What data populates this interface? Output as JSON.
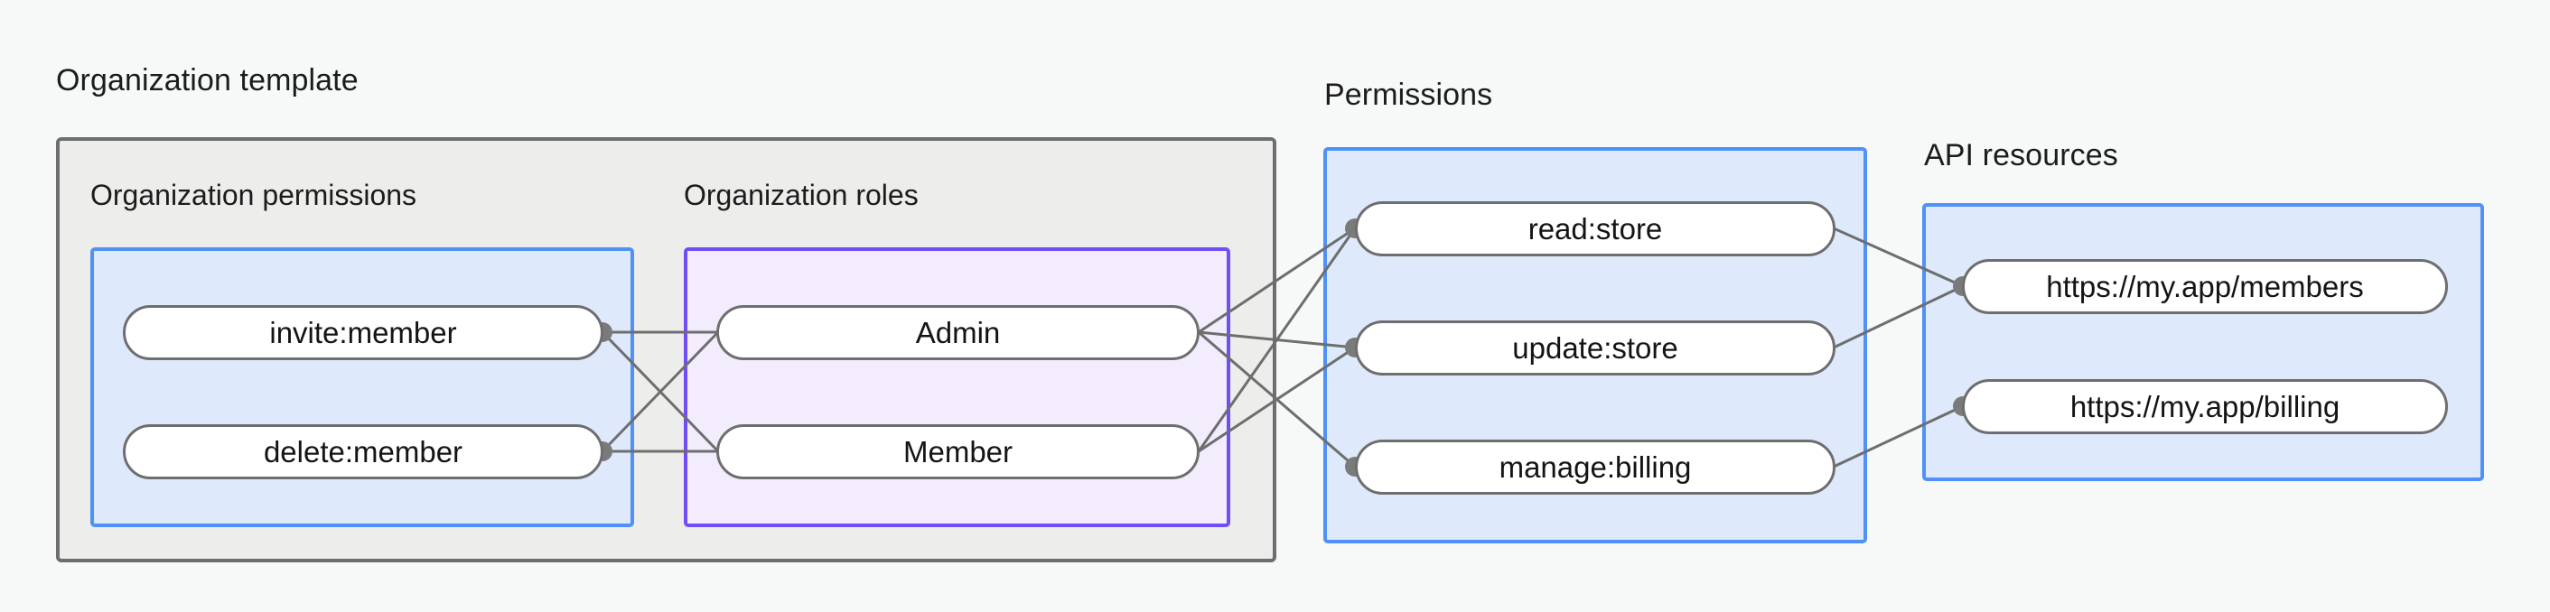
{
  "diagram": {
    "title_org_template": "Organization template",
    "title_permissions": "Permissions",
    "title_api_resources": "API resources",
    "subtitle_org_permissions": "Organization permissions",
    "subtitle_org_roles": "Organization roles",
    "colors": {
      "background": "#f7f8f8",
      "outer_box_fill": "#ededec",
      "outer_box_border": "#6e6e6e",
      "blue_box_fill": "#deeafc",
      "blue_box_border": "#4f91f5",
      "purple_box_fill": "#f3ecfd",
      "purple_box_border": "#6f4ef5",
      "node_fill": "#ffffff",
      "node_border": "#6e6e6e",
      "edge": "#6e6e6e",
      "text": "#1c1c1c"
    }
  },
  "chart_data": {
    "type": "diagram",
    "title": "Organization template permission flow",
    "groups": [
      {
        "id": "org-template",
        "label": "Organization template",
        "subgroups": [
          {
            "id": "org-permissions",
            "label": "Organization permissions",
            "nodes": [
              "invite:member",
              "delete:member"
            ]
          },
          {
            "id": "org-roles",
            "label": "Organization roles",
            "nodes": [
              "Admin",
              "Member"
            ]
          }
        ]
      },
      {
        "id": "permissions",
        "label": "Permissions",
        "nodes": [
          "read:store",
          "update:store",
          "manage:billing"
        ]
      },
      {
        "id": "api-resources",
        "label": "API resources",
        "nodes": [
          "https://my.app/members",
          "https://my.app/billing"
        ]
      }
    ],
    "edges": [
      {
        "from": "invite:member",
        "to": "Admin"
      },
      {
        "from": "invite:member",
        "to": "Member"
      },
      {
        "from": "delete:member",
        "to": "Admin"
      },
      {
        "from": "delete:member",
        "to": "Member"
      },
      {
        "from": "Admin",
        "to": "read:store"
      },
      {
        "from": "Admin",
        "to": "update:store"
      },
      {
        "from": "Admin",
        "to": "manage:billing"
      },
      {
        "from": "Member",
        "to": "read:store"
      },
      {
        "from": "Member",
        "to": "update:store"
      },
      {
        "from": "read:store",
        "to": "https://my.app/members"
      },
      {
        "from": "update:store",
        "to": "https://my.app/members"
      },
      {
        "from": "manage:billing",
        "to": "https://my.app/billing"
      }
    ]
  },
  "nodes": {
    "org_permissions": [
      {
        "label": "invite:member"
      },
      {
        "label": "delete:member"
      }
    ],
    "org_roles": [
      {
        "label": "Admin"
      },
      {
        "label": "Member"
      }
    ],
    "permissions": [
      {
        "label": "read:store"
      },
      {
        "label": "update:store"
      },
      {
        "label": "manage:billing"
      }
    ],
    "api_resources": [
      {
        "label": "https://my.app/members"
      },
      {
        "label": "https://my.app/billing"
      }
    ]
  }
}
